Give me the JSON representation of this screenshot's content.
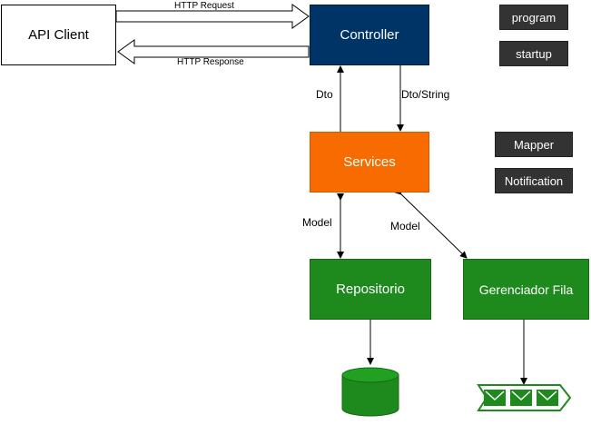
{
  "nodes": {
    "api_client": "API Client",
    "controller": "Controller",
    "services": "Services",
    "repositorio": "Repositorio",
    "gerenciador_fila": "Gerenciador Fila",
    "program": "program",
    "startup": "startup",
    "mapper": "Mapper",
    "notification": "Notification"
  },
  "edges": {
    "http_request": "HTTP Request",
    "http_response": "HTTP Response",
    "dto": "Dto",
    "dto_string": "Dto/String",
    "model_left": "Model",
    "model_right": "Model"
  },
  "colors": {
    "controller": "#003366",
    "services": "#f76b00",
    "green": "#1e8a1e",
    "dark_box": "#333333"
  },
  "icons": {
    "database": "database-icon",
    "queue": "message-queue-icon"
  }
}
